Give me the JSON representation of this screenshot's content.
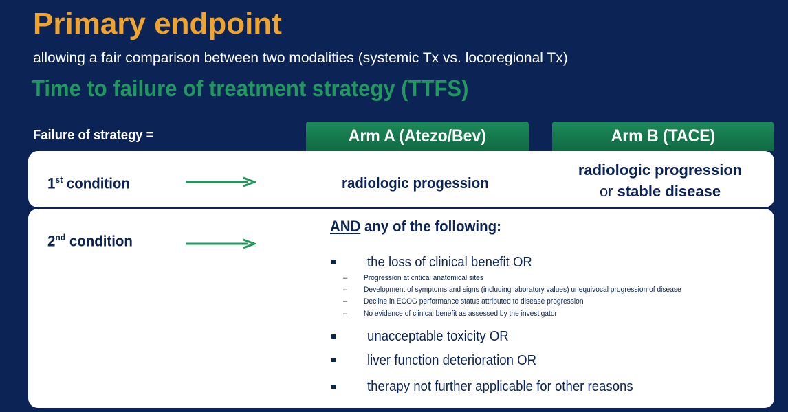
{
  "title": "Primary endpoint",
  "subtitle": "allowing a fair comparison between two modalities (systemic Tx vs. locoregional Tx)",
  "endpoint_name": "Time to failure of treatment strategy (TTFS)",
  "failure_label": "Failure of strategy =",
  "arms": {
    "a": "Arm A (Atezo/Bev)",
    "b": "Arm B (TACE)"
  },
  "condition1": {
    "label_num": "1",
    "label_sup": "st",
    "label_rest": " condition",
    "arm_a": "radiologic progession",
    "arm_b_line1": "radiologic progression",
    "arm_b_or": "or ",
    "arm_b_line2": "stable disease"
  },
  "condition2": {
    "label_num": "2",
    "label_sup": "nd",
    "label_rest": " condition",
    "and_word": "AND",
    "and_rest": " any of the following:",
    "bullets": [
      "the loss of clinical benefit OR",
      "unacceptable toxicity OR",
      "liver function deterioration OR",
      "therapy not further applicable for other reasons"
    ],
    "sub_items": [
      "Progression at critical anatomical sites",
      "Development of symptoms and signs (including laboratory values) unequivocal progression of disease",
      "Decline in ECOG performance status attributed to disease progression",
      "No evidence of clinical benefit as assessed by the investigator"
    ]
  },
  "colors": {
    "background": "#0b2455",
    "title": "#f0a430",
    "accent_green": "#1f9a5c",
    "text_dark": "#0b2455"
  }
}
